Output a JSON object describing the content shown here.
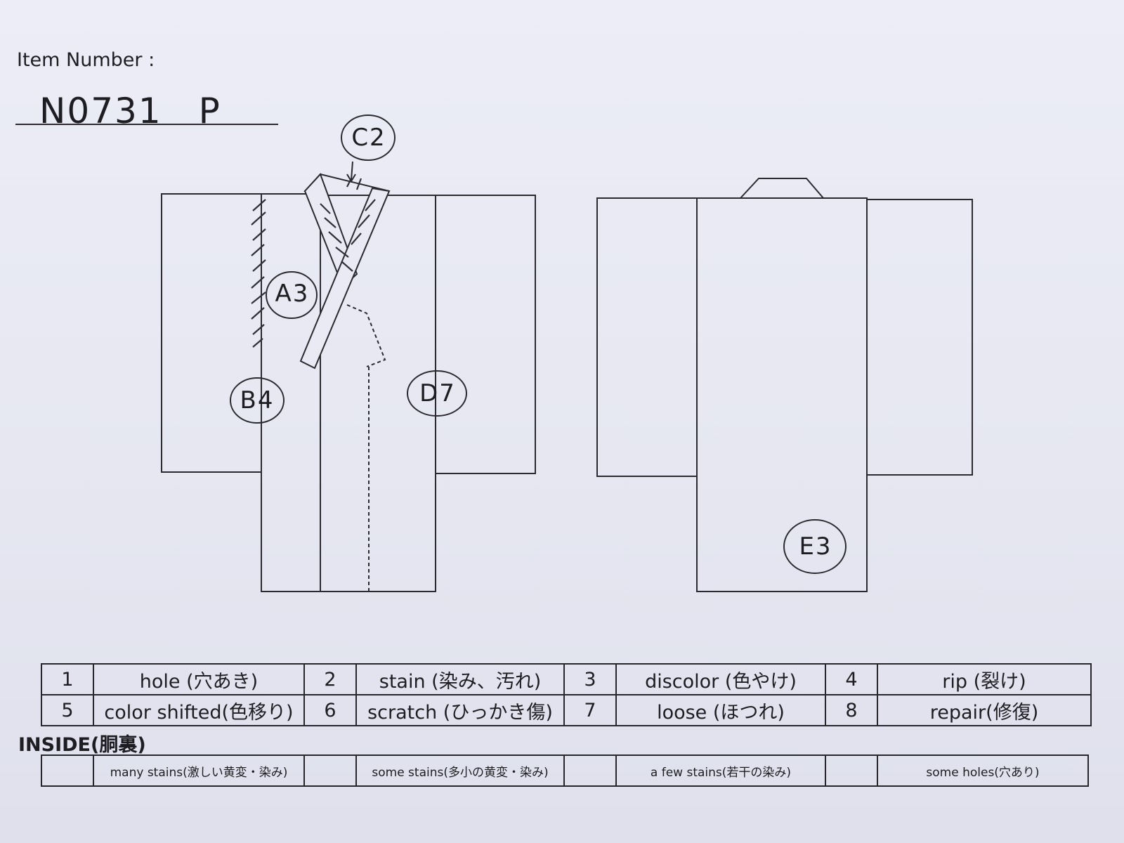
{
  "header": {
    "item_label": "Item Number :",
    "item_number": "N0731　P"
  },
  "annotations": {
    "a3": "A3",
    "b4": "B4",
    "c2": "C2",
    "d7": "D7",
    "e3": "E3"
  },
  "legend": [
    [
      {
        "num": "1",
        "label": "hole (穴あき)"
      },
      {
        "num": "2",
        "label": "stain (染み、汚れ)"
      },
      {
        "num": "3",
        "label": "discolor (色やけ)"
      },
      {
        "num": "4",
        "label": "rip (裂け)"
      }
    ],
    [
      {
        "num": "5",
        "label": "color shifted(色移り)"
      },
      {
        "num": "6",
        "label": "scratch (ひっかき傷)"
      },
      {
        "num": "7",
        "label": "loose (ほつれ)"
      },
      {
        "num": "8",
        "label": "repair(修復)"
      }
    ]
  ],
  "inside": {
    "title": "INSIDE(胴裏)",
    "options": [
      "many stains(激しい黄変・染み)",
      "some stains(多小の黄変・染み)",
      "a few stains(若干の染み)",
      "some holes(穴あり)"
    ]
  }
}
